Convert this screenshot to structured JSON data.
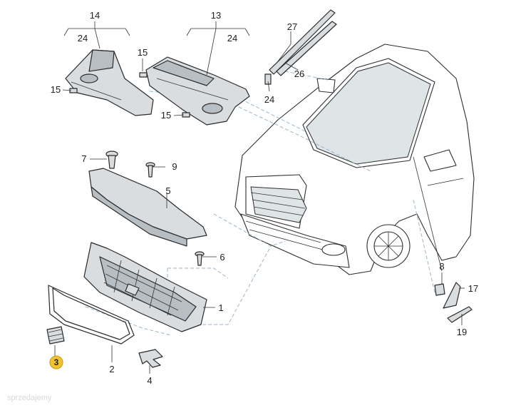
{
  "labels": {
    "l14": "14",
    "l24a": "24",
    "l13": "13",
    "l24b": "24",
    "l27": "27",
    "l26": "26",
    "l24c": "24",
    "l15a": "15",
    "l15b": "15",
    "l15c": "15",
    "l7": "7",
    "l9": "9",
    "l5": "5",
    "l6": "6",
    "l1": "1",
    "l2": "2",
    "l3": "3",
    "l4": "4",
    "l8": "8",
    "l17": "17",
    "l19": "19"
  },
  "watermark": "sprzedajemy",
  "colors": {
    "part_fill": "#d9dde0",
    "part_dark": "#b8bfc4",
    "highlight": "#f2c230",
    "dash": "#9ab6c8"
  }
}
